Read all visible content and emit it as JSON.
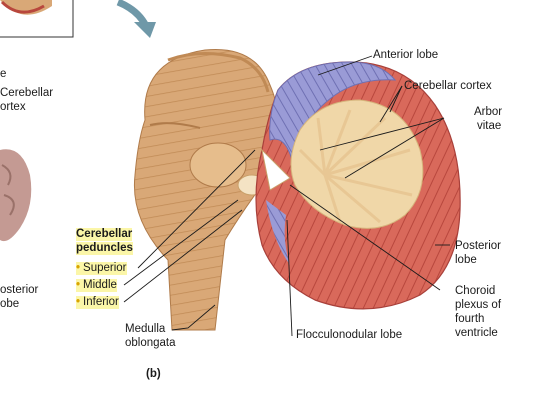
{
  "labels": {
    "anterior_lobe": "Anterior lobe",
    "cerebellar_cortex": "Cerebellar cortex",
    "arbor_vitae_1": "Arbor",
    "arbor_vitae_2": "vitae",
    "posterior_lobe_1": "Posterior",
    "posterior_lobe_2": "lobe",
    "choroid_1": "Choroid",
    "choroid_2": "plexus of",
    "choroid_3": "fourth",
    "choroid_4": "ventricle",
    "flocculonodular": "Flocculonodular lobe",
    "medulla_1": "Medulla",
    "medulla_2": "oblongata",
    "peduncles_1": "Cerebellar",
    "peduncles_2": "peduncles",
    "superior": "Superior",
    "middle": "Middle",
    "inferior": "Inferior",
    "panel": "(b)"
  },
  "left_fragments": {
    "e": "e",
    "cerebellar": "Cerebellar",
    "cortex": "ortex",
    "posterior": "osterior",
    "lobe": "obe"
  },
  "bullet_symbol": "•",
  "colors": {
    "cortex_red": "#d9695b",
    "cortex_blue": "#8e8fcf",
    "white_matter": "#f0d7a8",
    "brainstem": "#d9a877",
    "arrow": "#6f98a8",
    "highlight": "#fbf6a8"
  }
}
